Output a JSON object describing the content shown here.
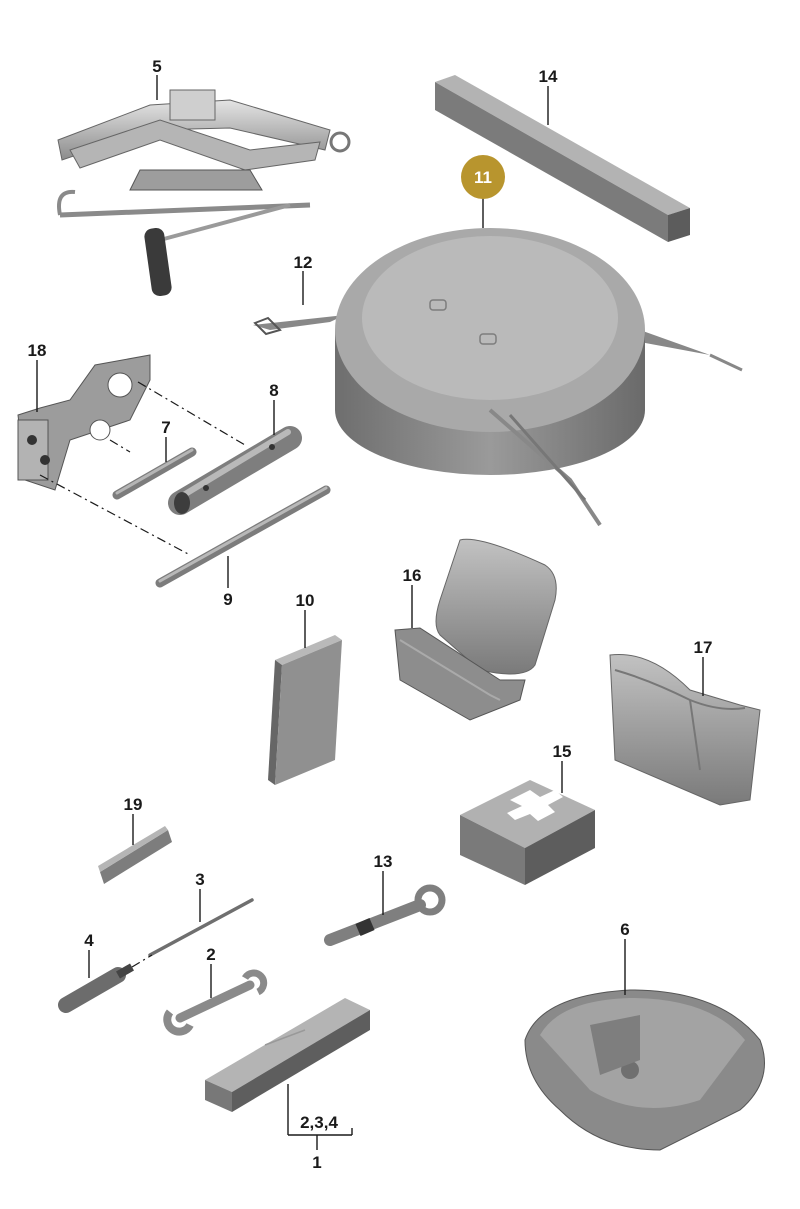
{
  "colors": {
    "part_fill": "#8f8f8f",
    "part_light": "#bdbdbd",
    "part_dark": "#5e5e5e",
    "metal": "#c9c9c9",
    "highlight": "#b8952e",
    "label": "#1a1a1a"
  },
  "parts": {
    "p5": "5",
    "p14": "14",
    "p11": "11",
    "p12": "12",
    "p18": "18",
    "p8": "8",
    "p7": "7",
    "p9": "9",
    "p16": "16",
    "p10": "10",
    "p17": "17",
    "p15": "15",
    "p19": "19",
    "p13": "13",
    "p3": "3",
    "p4": "4",
    "p2": "2",
    "p6": "6",
    "p234": "2,3,4",
    "p1": "1"
  },
  "highlighted_part": "11"
}
